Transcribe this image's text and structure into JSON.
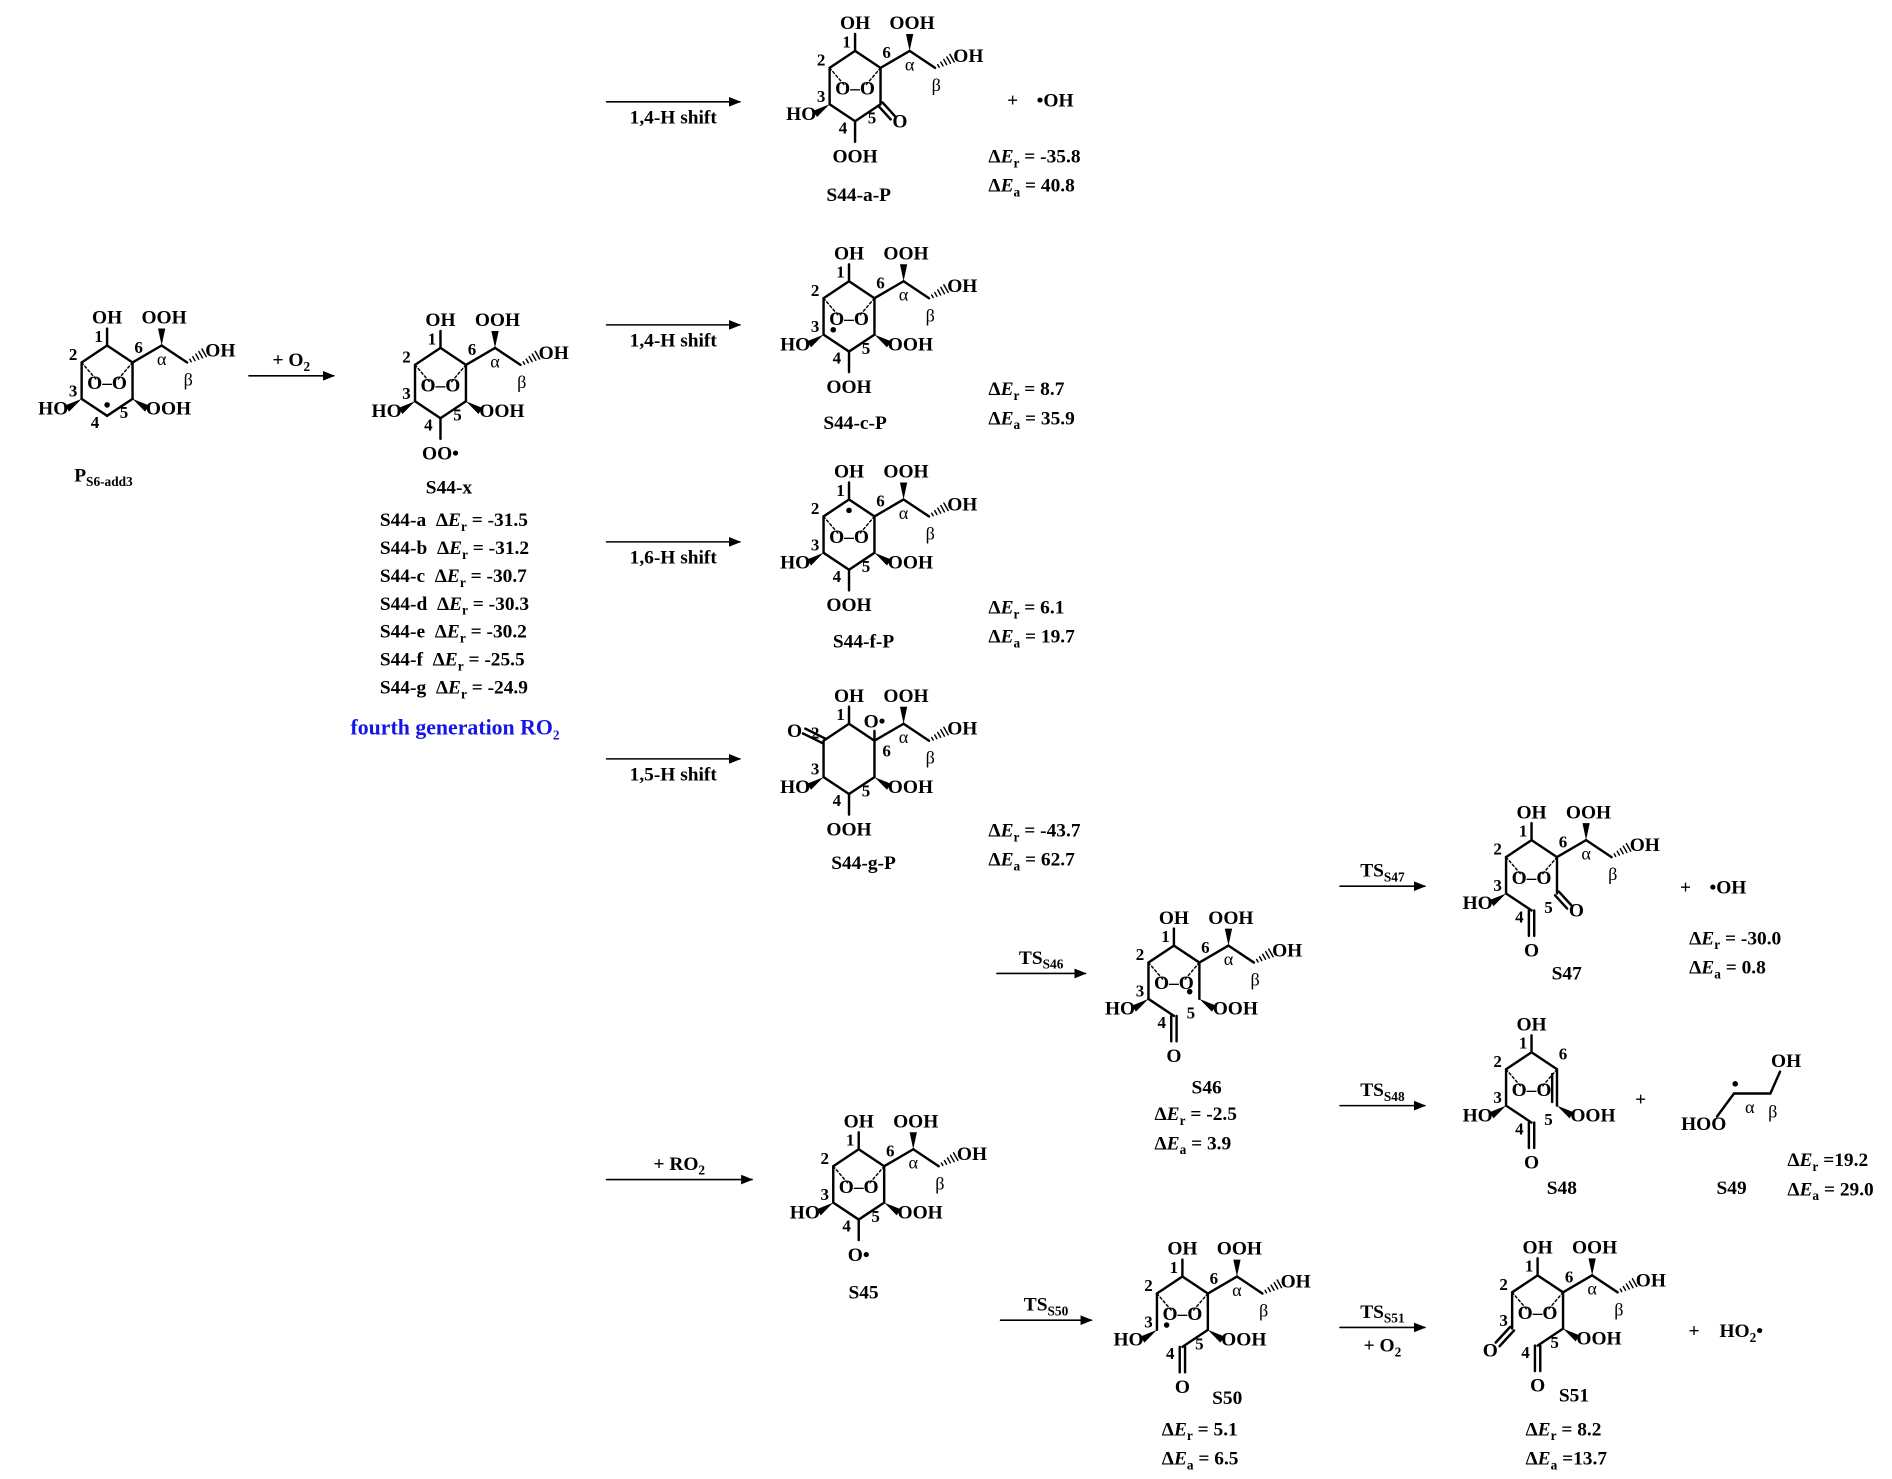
{
  "atom_numbers": {
    "c1": "1",
    "c2": "2",
    "c3": "3",
    "c4": "4",
    "c5": "5",
    "c6": "6"
  },
  "chain_labels": {
    "alpha": "α",
    "beta": "β"
  },
  "energy_symbol": {
    "delta": "Δ",
    "var": "E"
  },
  "plus": "+",
  "molecules": {
    "P": {
      "name_main": "P",
      "name_sub": "S6-add3",
      "atoms": {
        "c1": "OH",
        "c3": "HO",
        "c5": "OOH",
        "alpha": "OOH",
        "beta": "OH",
        "bridge": "O–O"
      }
    },
    "S44x": {
      "name": "S44-x",
      "atoms": {
        "c1": "OH",
        "c3": "HO",
        "c5": "OOH",
        "c4": "OO•",
        "alpha": "OOH",
        "beta": "OH",
        "bridge": "O–O"
      }
    },
    "S44aP": {
      "name": "S44-a-P",
      "atoms": {
        "c1": "OH",
        "c3": "HO",
        "c4": "OOH",
        "c5_carbonyl": "O",
        "alpha": "OOH",
        "beta": "OH",
        "bridge": "O–O"
      },
      "coproduct": "•OH",
      "energies": [
        {
          "sub": "r",
          "value": " = -35.8"
        },
        {
          "sub": "a",
          "value": " = 40.8"
        }
      ]
    },
    "S44cP": {
      "name": "S44-c-P",
      "atoms": {
        "c1": "OH",
        "c3": "HO",
        "c4": "OOH",
        "c5": "OOH",
        "alpha": "OOH",
        "beta": "OH",
        "bridge": "O–O"
      },
      "energies": [
        {
          "sub": "r",
          "value": " = 8.7"
        },
        {
          "sub": "a",
          "value": " = 35.9"
        }
      ]
    },
    "S44fP": {
      "name": "S44-f-P",
      "atoms": {
        "c1": "OH",
        "c3": "HO",
        "c4": "OOH",
        "c5": "OOH",
        "alpha": "OOH",
        "beta": "OH",
        "bridge": "O–O"
      },
      "energies": [
        {
          "sub": "r",
          "value": " = 6.1"
        },
        {
          "sub": "a",
          "value": " = 19.7"
        }
      ]
    },
    "S44gP": {
      "name": "S44-g-P",
      "atoms": {
        "c1": "OH",
        "c2_carbonyl": "O",
        "c3": "HO",
        "c4": "OOH",
        "c5": "OOH",
        "c6": "O•",
        "alpha": "OOH",
        "beta": "OH"
      },
      "energies": [
        {
          "sub": "r",
          "value": " = -43.7"
        },
        {
          "sub": "a",
          "value": " = 62.7"
        }
      ]
    },
    "S45": {
      "name": "S45",
      "atoms": {
        "c1": "OH",
        "c3": "HO",
        "c4": "O•",
        "c5": "OOH",
        "alpha": "OOH",
        "beta": "OH",
        "bridge": "O–O"
      }
    },
    "S46": {
      "name": "S46",
      "atoms": {
        "c1": "OH",
        "c3": "HO",
        "c4_carbonyl": "O",
        "c5": "OOH",
        "alpha": "OOH",
        "beta": "OH",
        "bridge": "O–O"
      },
      "energies": [
        {
          "sub": "r",
          "value": " = -2.5"
        },
        {
          "sub": "a",
          "value": " = 3.9"
        }
      ]
    },
    "S47": {
      "name": "S47",
      "atoms": {
        "c1": "OH",
        "c3": "HO",
        "c4_carbonyl": "O",
        "c5_carbonyl": "O",
        "alpha": "OOH",
        "beta": "OH",
        "bridge": "O–O"
      },
      "coproduct": "•OH",
      "energies": [
        {
          "sub": "r",
          "value": " = -30.0"
        },
        {
          "sub": "a",
          "value": " = 0.8"
        }
      ]
    },
    "S48": {
      "name": "S48",
      "atoms": {
        "c1": "OH",
        "c3": "HO",
        "c4_carbonyl": "O",
        "c5": "OOH",
        "bridge": "O–O"
      }
    },
    "S49": {
      "name": "S49",
      "atoms": {
        "hoo": "HOO",
        "oh": "OH"
      },
      "energies": [
        {
          "sub": "r",
          "value": " =19.2"
        },
        {
          "sub": "a",
          "value": " = 29.0"
        }
      ]
    },
    "S50": {
      "name": "S50",
      "atoms": {
        "c1": "OH",
        "c3": "HO",
        "c4_carbonyl": "O",
        "c5": "OOH",
        "alpha": "OOH",
        "beta": "OH",
        "bridge": "O–O"
      },
      "energies": [
        {
          "sub": "r",
          "value": " = 5.1"
        },
        {
          "sub": "a",
          "value": " = 6.5"
        }
      ]
    },
    "S51": {
      "name": "S51",
      "atoms": {
        "c1": "OH",
        "c3_carbonyl": "O",
        "c4_carbonyl": "O",
        "c5": "OOH",
        "alpha": "OOH",
        "beta": "OH",
        "bridge": "O–O"
      },
      "coproduct_main": "HO",
      "coproduct_sub": "2",
      "coproduct_tail": "•",
      "energies": [
        {
          "sub": "r",
          "value": " = 8.2"
        },
        {
          "sub": "a",
          "value": " =13.7"
        }
      ]
    }
  },
  "ro2_list": [
    {
      "label": "S44-a",
      "sub": "r",
      "value": " = -31.5"
    },
    {
      "label": "S44-b",
      "sub": "r",
      "value": " = -31.2"
    },
    {
      "label": "S44-c",
      "sub": "r",
      "value": " = -30.7"
    },
    {
      "label": "S44-d",
      "sub": "r",
      "value": " = -30.3"
    },
    {
      "label": "S44-e",
      "sub": "r",
      "value": " = -30.2"
    },
    {
      "label": "S44-f",
      "sub": "r",
      "value": " = -25.5"
    },
    {
      "label": "S44-g",
      "sub": "r",
      "value": " = -24.9"
    }
  ],
  "generation_label": {
    "main": "fourth generation  RO",
    "sub": "2"
  },
  "arrows": {
    "o2_add": {
      "main": "+ O",
      "sub": "2"
    },
    "h14a": {
      "label": "1,4-H shift"
    },
    "h14c": {
      "label": "1,4-H shift"
    },
    "h16": {
      "label": "1,6-H shift"
    },
    "h15": {
      "label": "1,5-H shift"
    },
    "ro2": {
      "main": "+ RO",
      "sub": "2"
    },
    "ts46": {
      "main": "TS",
      "sub": "S46"
    },
    "ts47": {
      "main": "TS",
      "sub": "S47"
    },
    "ts48": {
      "main": "TS",
      "sub": "S48"
    },
    "ts50": {
      "main": "TS",
      "sub": "S50"
    },
    "ts51": {
      "main": "TS",
      "sub": "S51",
      "extra_main": "+ O",
      "extra_sub": "2"
    }
  },
  "colors": {
    "ink": "#000000",
    "highlight": "#1515e6"
  }
}
